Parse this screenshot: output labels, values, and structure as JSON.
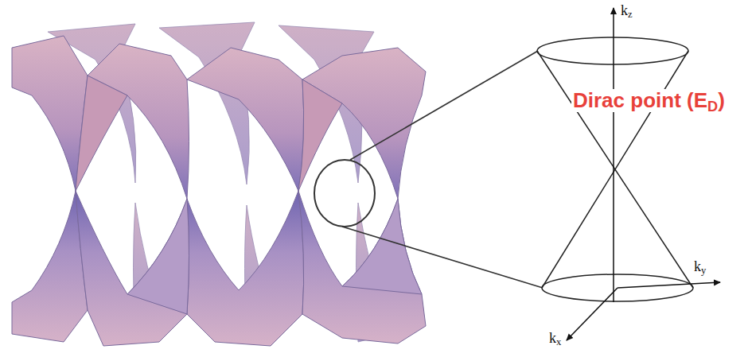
{
  "diagram": {
    "labels": [
      "kz",
      "ky",
      "kx",
      "Dirac point (ED)"
    ]
  }
}
